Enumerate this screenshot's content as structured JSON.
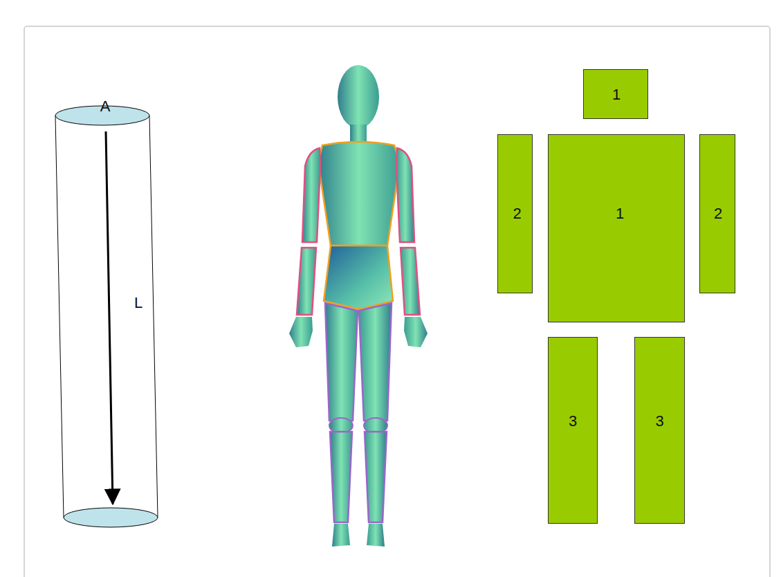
{
  "diagram": {
    "nodes": [
      {
        "text": [
          "1"
        ]
      },
      {
        "text": [
          "2"
        ]
      },
      {
        "text": [
          "1"
        ]
      },
      {
        "text": [
          "2"
        ]
      },
      {
        "text": [
          "3"
        ]
      },
      {
        "text": [
          "3"
        ]
      }
    ],
    "labels": [
      "A",
      "L"
    ]
  }
}
